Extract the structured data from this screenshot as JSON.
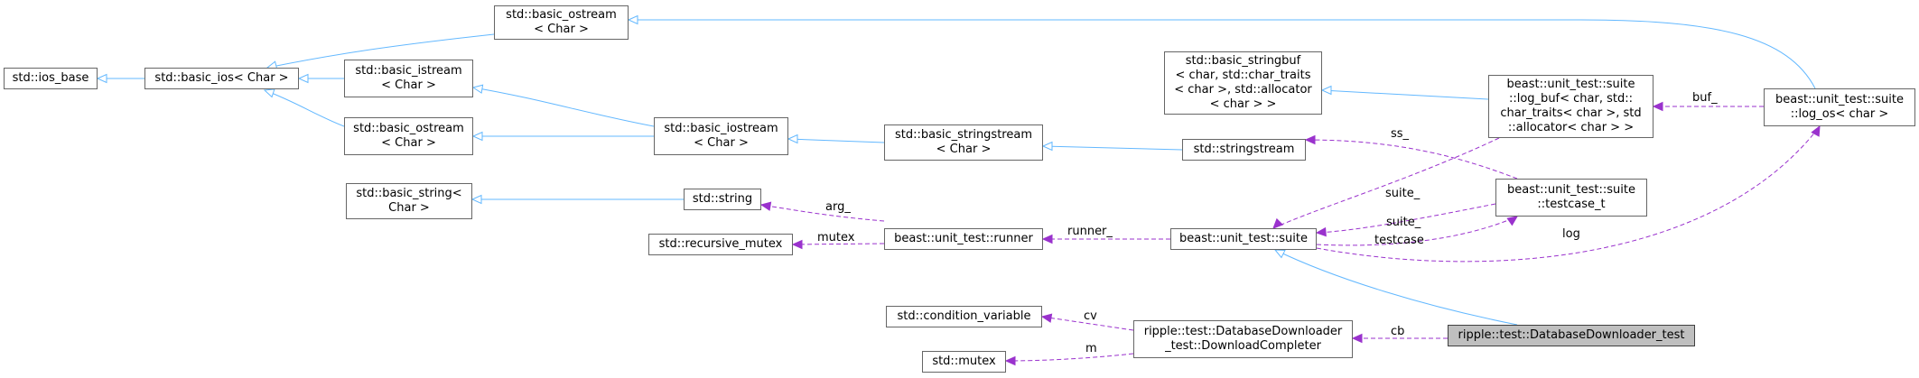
{
  "colors": {
    "inherit": "#63b8ff",
    "usage": "#9a32cd",
    "focus_fill": "#bfbfbf"
  },
  "nodes": {
    "basic_ostream_top": [
      "std::basic_ostream",
      "< Char >"
    ],
    "ios_base": [
      "std::ios_base"
    ],
    "basic_ios": [
      "std::basic_ios< Char >"
    ],
    "basic_istream": [
      "std::basic_istream",
      "< Char >"
    ],
    "basic_ostream_mid": [
      "std::basic_ostream",
      "< Char >"
    ],
    "basic_iostream": [
      "std::basic_iostream",
      "< Char >"
    ],
    "basic_stringbuf": [
      "std::basic_stringbuf",
      "< char, std::char_traits",
      "< char >, std::allocator",
      "< char > >"
    ],
    "basic_stringstream": [
      "std::basic_stringstream",
      "< Char >"
    ],
    "stringstream": [
      "std::stringstream"
    ],
    "log_buf": [
      "beast::unit_test::suite",
      "::log_buf< char, std::",
      "char_traits< char >, std",
      "::allocator< char > >"
    ],
    "log_os": [
      "beast::unit_test::suite",
      "::log_os< char >"
    ],
    "basic_string": [
      "std::basic_string<",
      "Char >"
    ],
    "string": [
      "std::string"
    ],
    "testcase_t": [
      "beast::unit_test::suite",
      "::testcase_t"
    ],
    "recursive_mutex": [
      "std::recursive_mutex"
    ],
    "runner": [
      "beast::unit_test::runner"
    ],
    "suite": [
      "beast::unit_test::suite"
    ],
    "condition_variable": [
      "std::condition_variable"
    ],
    "download_completer": [
      "ripple::test::DatabaseDownloader",
      "_test::DownloadCompleter"
    ],
    "mutex": [
      "std::mutex"
    ],
    "db_test": [
      "ripple::test::DatabaseDownloader_test"
    ]
  },
  "edge_labels": {
    "buf": "buf_",
    "ss": "ss_",
    "suite_a": "suite_",
    "suite_b": "suite_",
    "arg": "arg_",
    "mutex": "mutex",
    "runner": "runner_",
    "testcase": "testcase",
    "log": "log",
    "cv": "cv",
    "m": "m",
    "cb": "cb"
  }
}
